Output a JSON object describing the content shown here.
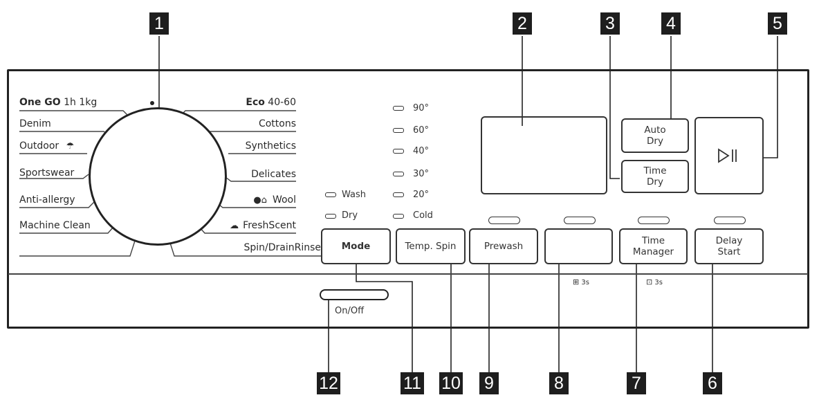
{
  "callouts": [
    "1",
    "2",
    "3",
    "4",
    "5",
    "6",
    "7",
    "8",
    "9",
    "10",
    "11",
    "12"
  ],
  "programmes_left": [
    {
      "bold": "One GO",
      "rest": " 1h 1kg"
    },
    {
      "bold": "",
      "rest": "Denim"
    },
    {
      "bold": "",
      "rest": "Outdoor"
    },
    {
      "bold": "",
      "rest": "Sportswear"
    },
    {
      "bold": "",
      "rest": "Anti-allergy"
    },
    {
      "bold": "",
      "rest": "Machine Clean"
    }
  ],
  "programmes_right": [
    {
      "bold": "Eco",
      "rest": " 40-60"
    },
    {
      "bold": "",
      "rest": "Cottons"
    },
    {
      "bold": "",
      "rest": "Synthetics"
    },
    {
      "bold": "",
      "rest": "Delicates"
    },
    {
      "bold": "",
      "rest": "Wool"
    },
    {
      "bold": "",
      "rest": "FreshScent"
    },
    {
      "bold": "",
      "rest": "Spin/DrainRinse"
    }
  ],
  "temperatures": [
    "90°",
    "60°",
    "40°",
    "30°",
    "20°",
    "Cold"
  ],
  "mode_indicators": [
    "Wash",
    "Dry"
  ],
  "buttons": {
    "mode": "Mode",
    "temp_spin": "Temp. Spin",
    "prewash": "Prewash",
    "time_manager_1": "Time",
    "time_manager_2": "Manager",
    "delay_start_1": "Delay",
    "delay_start_2": "Start",
    "auto_dry_1": "Auto",
    "auto_dry_2": "Dry",
    "time_dry_1": "Time",
    "time_dry_2": "Dry",
    "on_off": "On/Off"
  },
  "hold_hints": [
    "3s",
    "3s"
  ],
  "icons": {
    "play_pause": "play-pause-icon",
    "outdoor": "outdoor-icon",
    "wool": "wool-icon",
    "freshscent": "freshscent-icon",
    "child_lock": "child-lock-icon",
    "time_save": "time-save-icon"
  }
}
